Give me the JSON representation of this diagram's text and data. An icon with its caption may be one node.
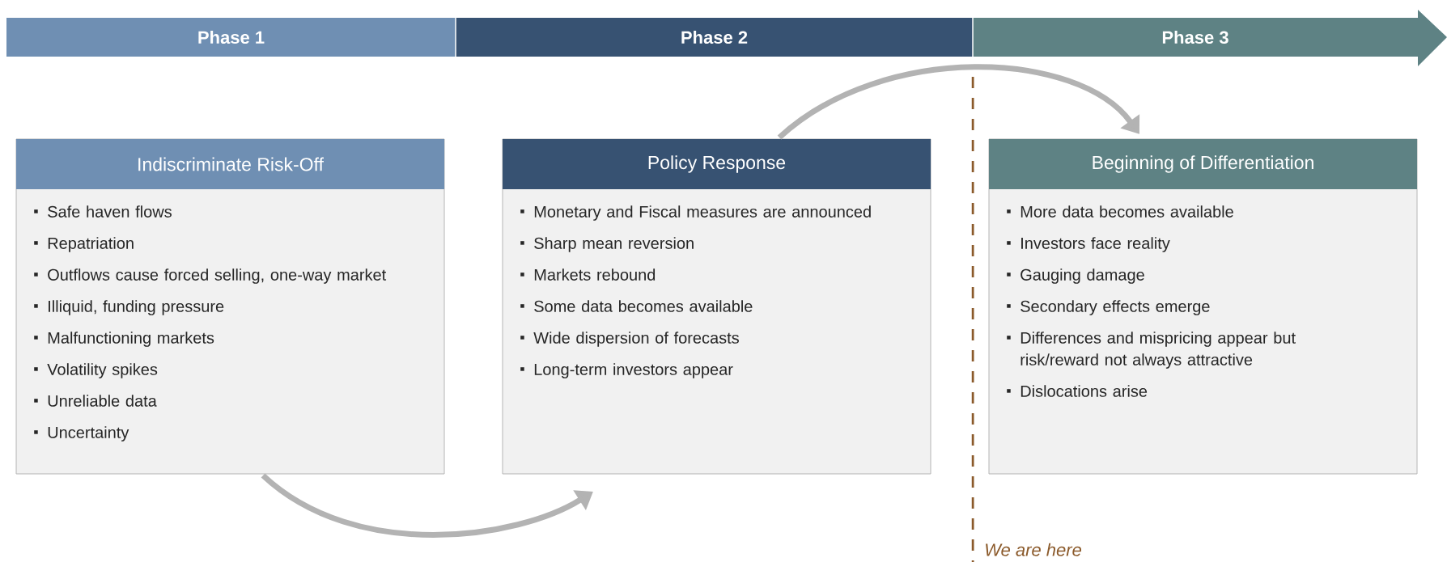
{
  "diagram": {
    "nodes": [
      {
        "text": [
          "Phase 1"
        ]
      },
      {
        "text": [
          "Phase 2"
        ]
      },
      {
        "text": [
          "Phase 3"
        ]
      },
      {
        "text": [
          "Indiscriminate Risk-Off",
          "Safe haven flows",
          "Repatriation",
          "Outflows cause forced selling, one-way market",
          "Illiquid, funding pressure",
          "Malfunctioning markets",
          "Volatility spikes",
          "Unreliable data",
          "Uncertainty"
        ]
      },
      {
        "text": [
          "Policy Response",
          "Monetary and Fiscal measures are announced",
          "Sharp mean reversion",
          "Markets rebound",
          "Some data becomes available",
          "Wide dispersion of forecasts",
          "Long-term investors appear"
        ]
      },
      {
        "text": [
          "Beginning of Differentiation",
          "More data becomes available",
          "Investors face reality",
          "Gauging damage",
          "Secondary effects emerge",
          "Differences and mispricing appear but risk/reward not always attractive",
          "Dislocations arise"
        ]
      }
    ],
    "edges": [
      {
        "from": 3,
        "to": 4,
        "arrow": "to"
      },
      {
        "from": 4,
        "to": 5,
        "arrow": "to"
      }
    ],
    "labels": [
      "We are here"
    ]
  }
}
